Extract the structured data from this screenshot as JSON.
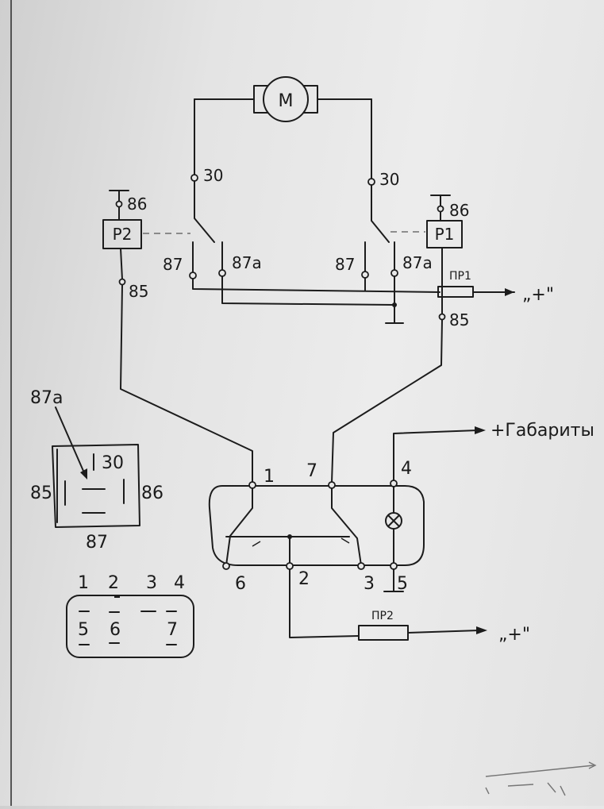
{
  "motor": {
    "label": "M"
  },
  "relay_left": {
    "name": "P2",
    "pins": {
      "p30": "30",
      "p86": "86",
      "p85": "85",
      "p87": "87",
      "p87a": "87a"
    }
  },
  "relay_right": {
    "name": "P1",
    "pins": {
      "p30": "30",
      "p86": "86",
      "p85": "85",
      "p87": "87",
      "p87a": "87a"
    }
  },
  "fuse1": {
    "label": "ПР1",
    "supply": "„+\""
  },
  "fuse2": {
    "label": "ПР2",
    "supply": "„+\""
  },
  "switch": {
    "pins": {
      "p1": "1",
      "p7": "7",
      "p4": "4",
      "p6": "6",
      "p2": "2",
      "p3": "3",
      "p5": "5"
    },
    "lamp_feed": "+Габариты"
  },
  "relay_pinout": {
    "title": "87a",
    "pins": {
      "p30": "30",
      "p85": "85",
      "p86": "86",
      "p87": "87"
    }
  },
  "connector_view": {
    "top": [
      "1",
      "2",
      "3",
      "4"
    ],
    "bottom": [
      "5",
      "6",
      "7"
    ]
  }
}
